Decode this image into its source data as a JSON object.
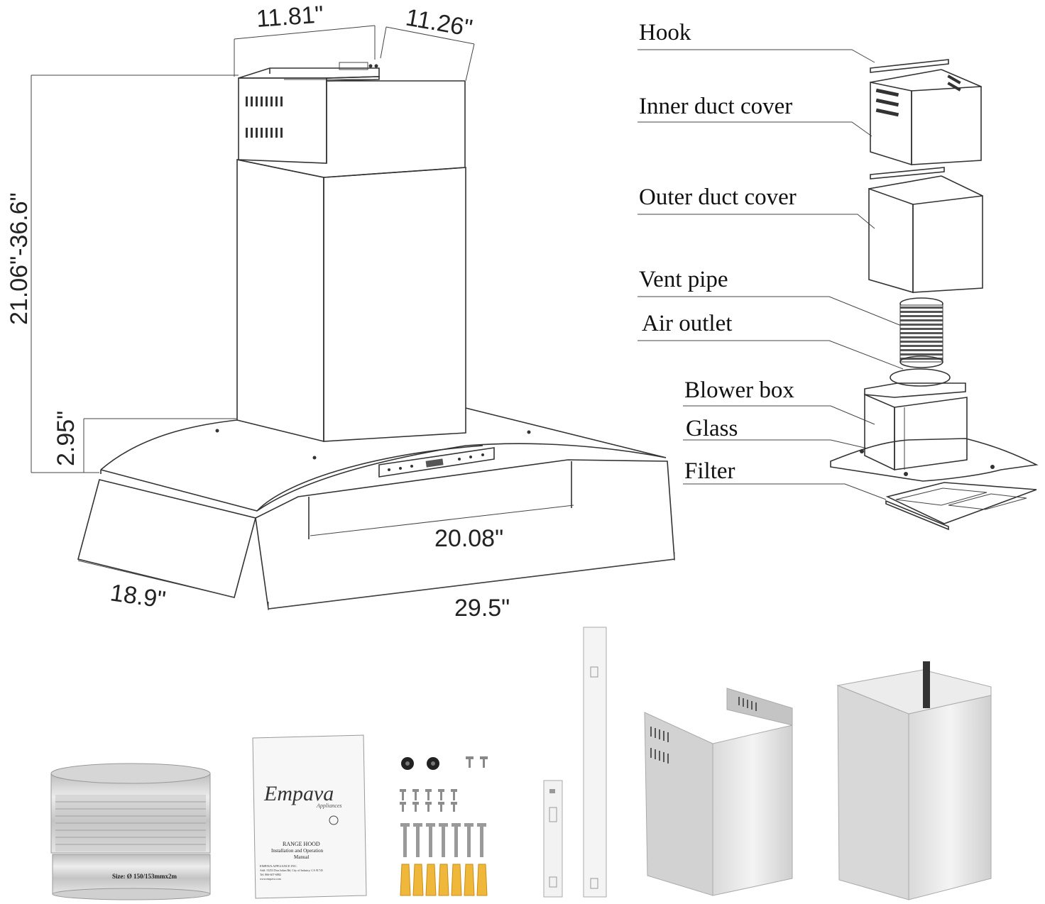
{
  "dimensions": {
    "duct_width": "11.81\"",
    "duct_depth": "11.26\"",
    "height_range": "21.06\"-36.6\"",
    "canopy_height": "2.95\"",
    "inner_width": "20.08\"",
    "depth": "18.9\"",
    "width": "29.5\""
  },
  "parts": {
    "hook": "Hook",
    "inner_duct_cover": "Inner duct cover",
    "outer_duct_cover": "Outer duct cover",
    "vent_pipe": "Vent pipe",
    "air_outlet": "Air outlet",
    "blower_box": "Blower box",
    "glass": "Glass",
    "filter": "Filter"
  },
  "accessories": {
    "pipe_size": "Size: Ø 150/153mmx2m",
    "manual": {
      "brand": "Empava",
      "brand_sub": "Appliances",
      "title": "RANGE HOOD",
      "subtitle": "Installation and Operation",
      "subtitle2": "Manual",
      "company": "EMPAVA APPLIANCE INC.",
      "address": "Add: 15253 Don Julian Rd, City of Industry, CA 91745",
      "phone": "Tel: 866-607-6882",
      "web": "www.empava.com"
    }
  },
  "colors": {
    "line": "#333333",
    "steel": "#e9e9e9",
    "steel_dark": "#bdbdbd",
    "screw": "#9a9a9a",
    "anchor": "#f0b83a"
  }
}
